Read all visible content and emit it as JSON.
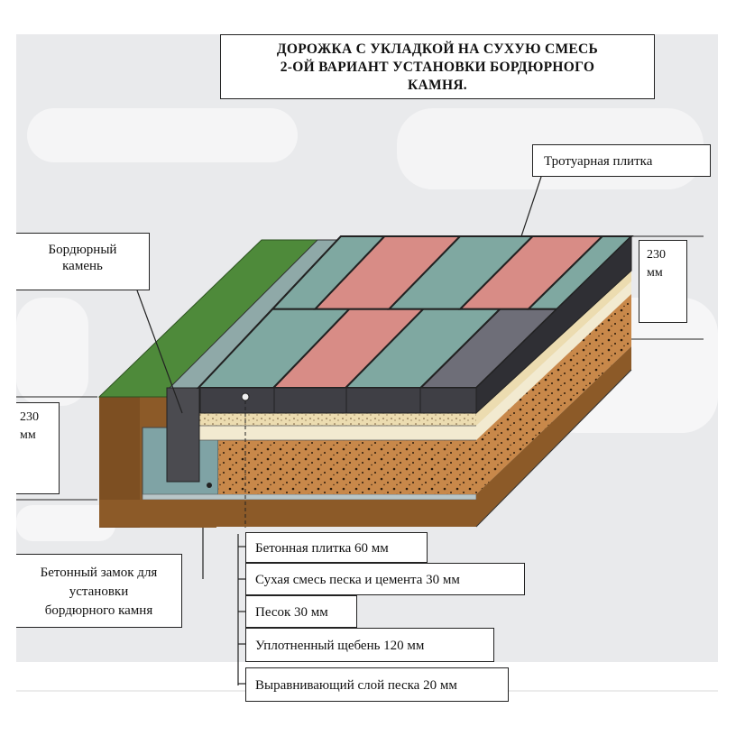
{
  "title": {
    "line1": "ДОРОЖКА С УКЛАДКОЙ НА СУХУЮ СМЕСЬ",
    "line2": "2-ОЙ ВАРИАНТ  УСТАНОВКИ БОРДЮРНОГО",
    "line3": "КАМНЯ."
  },
  "labels": {
    "paving_tile": "Тротуарная  плитка",
    "curb_stone_line1": "Бордюрный",
    "curb_stone_line2": "камень",
    "concrete_lock_line1": "Бетонный замок для",
    "concrete_lock_line2": "установки",
    "concrete_lock_line3": "бордюрного камня"
  },
  "dimensions": {
    "right_value": "230",
    "right_unit": "мм",
    "left_value": "230",
    "left_unit": "мм"
  },
  "layers": [
    "Бетонная плитка  60 мм",
    "Сухая смесь песка и цемента 30 мм",
    "Песок 30 мм",
    "Уплотненный щебень 120 мм",
    "Выравнивающий слой песка 20 мм"
  ],
  "colors": {
    "tile_red": "#d88c86",
    "tile_teal": "#7fa8a1",
    "tile_gray": "#6e6e78",
    "grass": "#4e8a3a",
    "soil": "#8c5a28",
    "gravel": "#c8884a",
    "sand": "#ecdcb0",
    "concrete": "#7fa3a5"
  }
}
